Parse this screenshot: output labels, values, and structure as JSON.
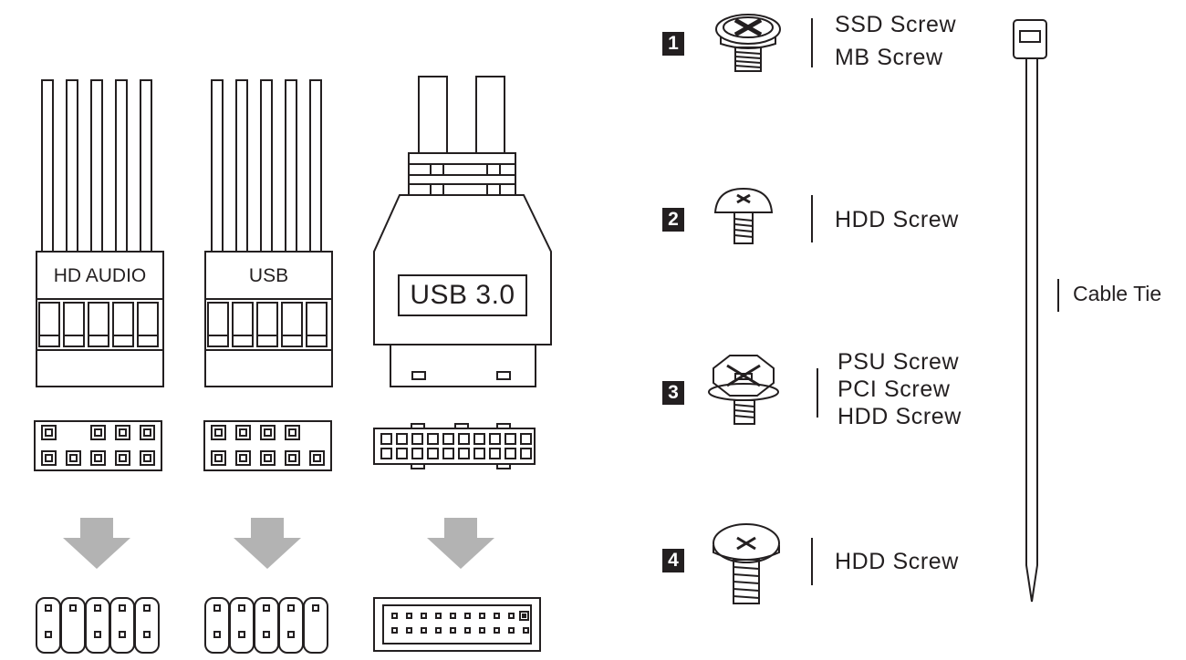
{
  "connectors": [
    {
      "label": "HD AUDIO"
    },
    {
      "label": "USB"
    },
    {
      "label": "USB 3.0"
    }
  ],
  "screws": [
    {
      "number": "1",
      "names": [
        "SSD Screw",
        "MB Screw"
      ]
    },
    {
      "number": "2",
      "names": [
        "HDD Screw"
      ]
    },
    {
      "number": "3",
      "names": [
        "PSU Screw",
        "PCI Screw",
        "HDD Screw"
      ]
    },
    {
      "number": "4",
      "names": [
        "HDD Screw"
      ]
    }
  ],
  "cable_tie": {
    "label": "Cable Tie"
  },
  "colors": {
    "line": "#231f20",
    "arrow": "#b3b3b3",
    "badge": "#231f20"
  }
}
